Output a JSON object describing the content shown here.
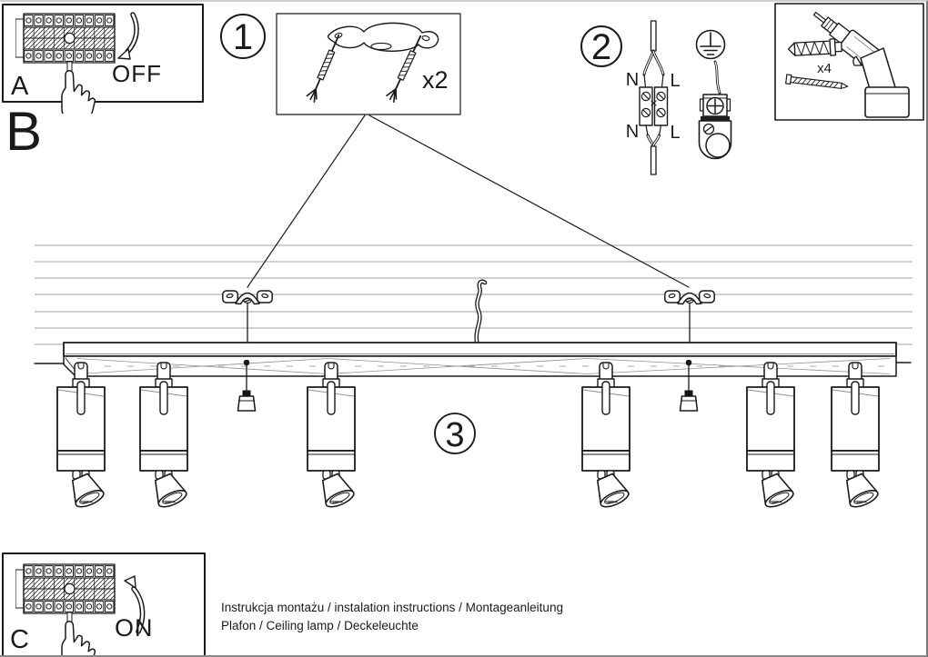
{
  "page": {
    "background": "#ffffff",
    "line_color": "#1a1a1a",
    "ceiling_line_color": "#b3b3b3",
    "document_kind": "installation instruction sheet"
  },
  "steps": {
    "a": {
      "label": "A",
      "action": "OFF"
    },
    "b": {
      "label": "B"
    },
    "c": {
      "label": "C",
      "action": "ON"
    },
    "step1": {
      "number": "1",
      "quantity": "x2"
    },
    "step2": {
      "number": "2",
      "wire_labels": {
        "top_n": "N",
        "top_l": "L",
        "bottom_n": "N",
        "bottom_l": "L"
      }
    },
    "step3": {
      "number": "3"
    }
  },
  "tools": {
    "anchor_quantity": "x4"
  },
  "footer": {
    "line1": "Instrukcja montażu / instalation instructions / Montageanleitung",
    "line2": "Plafon / Ceiling lamp / Deckeleuchte"
  },
  "diagram": {
    "parts": [
      "circuit-breaker-panel",
      "pointing-hand",
      "curved-arrow",
      "mounting-strap",
      "suspension-screw",
      "terminal-block",
      "earth-symbol",
      "ground-clamp",
      "cordless-drill",
      "wall-plug",
      "wood-screw",
      "ceiling-planks",
      "mounting-bracket",
      "track-bar",
      "spotlight",
      "lamp-holder",
      "mains-cable"
    ],
    "spotlight_count": 6,
    "lamp_holder_count": 2,
    "bracket_count": 2
  }
}
